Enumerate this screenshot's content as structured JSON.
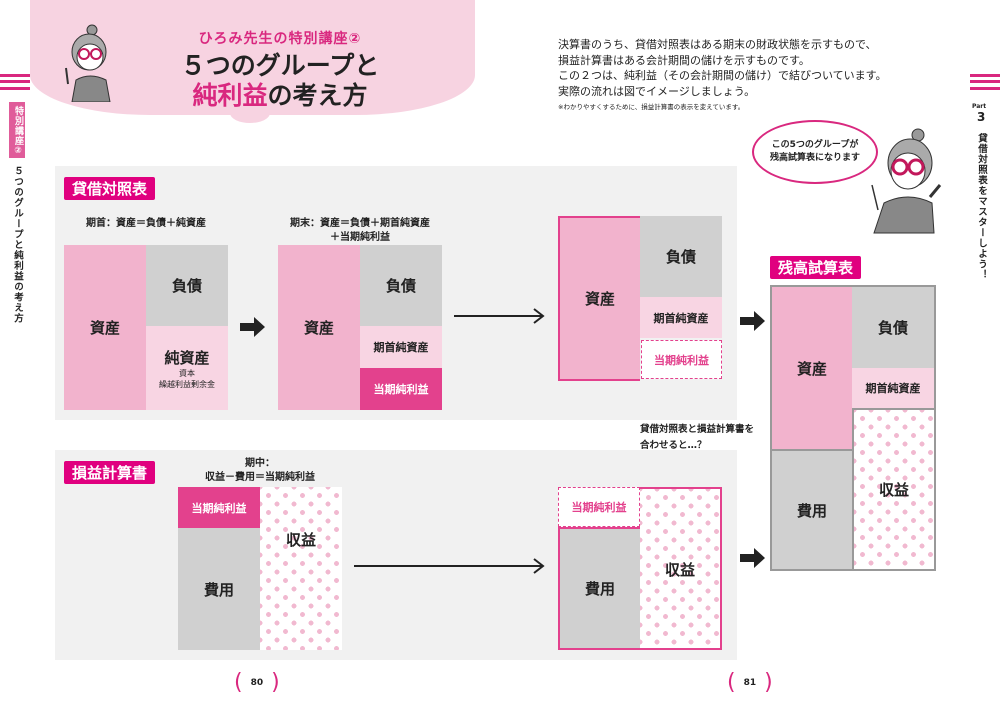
{
  "header": {
    "subtitle": "ひろみ先生の特別講座②",
    "title_line1": "５つのグループと",
    "title_line2_pink": "純利益",
    "title_line2_rest": "の考え方"
  },
  "left_tab": {
    "tag": "特別講座②",
    "vertical_title": "５つのグループと純利益の考え方"
  },
  "right_tab": {
    "part_label": "Part",
    "part_number": "3",
    "vertical_title": "貸借対照表をマスターしよう！"
  },
  "intro": {
    "lines": [
      "決算書のうち、貸借対照表はある期末の財政状態を示すもので、",
      "損益計算書はある会計期間の儲けを示すものです。",
      "この２つは、純利益（その会計期間の儲け）で結びついています。",
      "実際の流れは図でイメージしましょう。"
    ],
    "note": "※わかりやすくするために、損益計算書の表示を変えています。"
  },
  "speech": {
    "line1": "この5つのグループが",
    "line2": "残高試算表になります"
  },
  "bs": {
    "label": "貸借対照表",
    "caption_start": "期首：資産＝負債＋純資産",
    "caption_end_1": "期末：資産＝負債＋期首純資産",
    "caption_end_2": "＋当期純利益"
  },
  "pl": {
    "label": "損益計算書",
    "caption_1": "期中：",
    "caption_2": "収益－費用＝当期純利益"
  },
  "merge_caption": {
    "line1": "貸借対照表と損益計算書を",
    "line2": "合わせると…？"
  },
  "trial": {
    "label": "残高試算表"
  },
  "terms": {
    "assets": "資産",
    "liabilities": "負債",
    "net_assets": "純資産",
    "capital": "資本",
    "retained": "繰越利益剰余金",
    "opening_net_assets": "期首純資産",
    "net_income": "当期純利益",
    "expenses": "費用",
    "revenue": "収益"
  },
  "pages": {
    "left": "80",
    "right": "81"
  },
  "colors": {
    "accent": "#e0007f",
    "assets": "#f2b3cd",
    "gray": "#d0d0d0",
    "light_pink": "#f8d5e3",
    "net_income": "#e3418d"
  }
}
